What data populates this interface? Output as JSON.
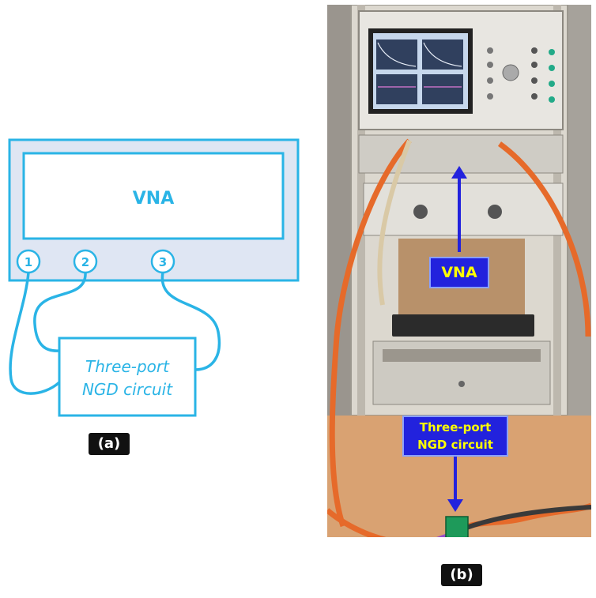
{
  "panel_a": {
    "vna_label": "VNA",
    "ports": [
      "1",
      "2",
      "3"
    ],
    "dut_line1": "Three-port",
    "dut_line2": "NGD circuit",
    "caption": "(a)"
  },
  "panel_b": {
    "vna_callout": "VNA",
    "ngd_callout_line1": "Three-port",
    "ngd_callout_line2": "NGD circuit",
    "caption": "(b)"
  },
  "colors": {
    "diagram_accent": "#2ab4e6",
    "diagram_fill": "#dfe6f3",
    "callout_bg": "#2222dd",
    "callout_text": "#ffff00"
  }
}
